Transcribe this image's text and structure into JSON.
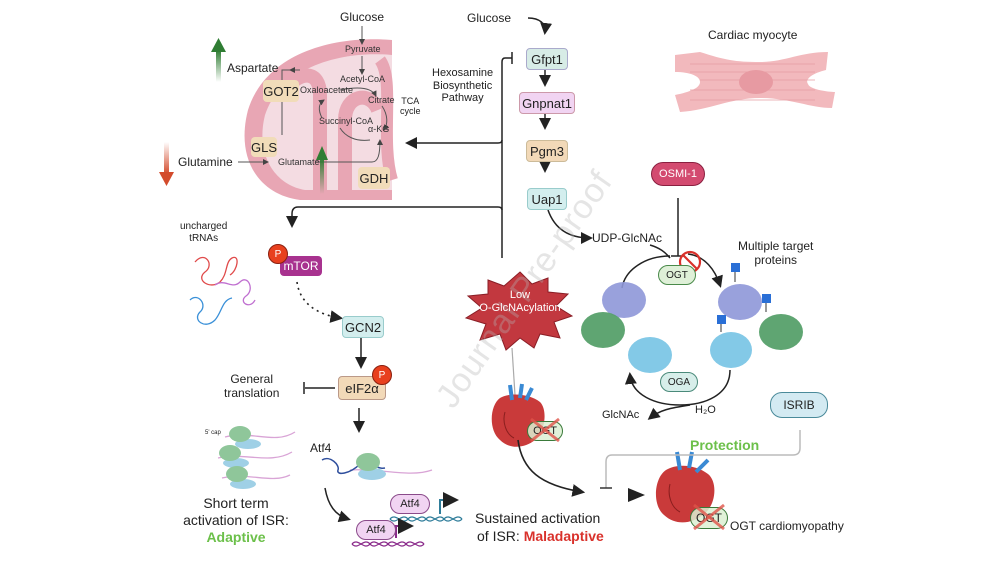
{
  "labels": {
    "glucose_tca": "Glucose",
    "glucose_hbp": "Glucose",
    "pyruvate": "Pyruvate",
    "acetyl_coa": "Acetyl-CoA",
    "oxaloacetate": "Oxaloacetate",
    "citrate": "Citrate",
    "succinyl_coa": "Succinyl-CoA",
    "akg": "α-KG",
    "tca_cycle": "TCA\ncycle",
    "aspartate": "Aspartate",
    "glutamine": "Glutamine",
    "glutamate": "Glutamate",
    "hbp": "Hexosamine\nBiosynthetic\nPathway",
    "udp_glcnac": "UDP-GlcNAc",
    "glcnac": "GlcNAc",
    "h2o": "H₂O",
    "cardiac_myocyte": "Cardiac myocyte",
    "multiple_targets": "Multiple target\nproteins",
    "uncharged_trnas": "uncharged\ntRNAs",
    "general_translation": "General\ntranslation",
    "five_cap": "5' cap",
    "atf4_mrna": "Atf4",
    "low_oglcnac": "Low\nO-GlcNAcylation",
    "protection": "Protection",
    "short_term_1": "Short term",
    "short_term_2": "activation of ISR:",
    "adaptive": "Adaptive",
    "sustained_1": "Sustained activation",
    "sustained_2": "of  ISR: ",
    "maladaptive": "Maladaptive",
    "ogt_cardiomyopathy": "OGT cardiomyopathy",
    "watermark": "Journal Pre-proof"
  },
  "enzymes": {
    "got2": "GOT2",
    "gls": "GLS",
    "gdh": "GDH",
    "gfpt1": "Gfpt1",
    "gnpnat1": "Gnpnat1",
    "pgm3": "Pgm3",
    "uap1": "Uap1",
    "mtor": "mTOR",
    "gcn2": "GCN2",
    "eif2a": "eIF2α",
    "atf4_a": "Atf4",
    "atf4_b": "Atf4",
    "ogt": "OGT",
    "oga": "OGA",
    "osmi1": "OSMI-1",
    "isrib": "ISRIB",
    "ogt_heart1": "OGT",
    "ogt_heart2": "OGT",
    "p": "P"
  },
  "colors": {
    "mito": "#e8a6b4",
    "gfpt1": "#d7ece6",
    "gnpnat1": "#f1d4f2",
    "pgm3": "#f2d9b8",
    "uap1": "#d3eeee",
    "mtor": "#a8328f",
    "osmi1": "#d34b70",
    "starburst": "#c2383f",
    "adaptive": "#6cc04a",
    "maladaptive": "#d9312b",
    "up_arrow": "#2f7d33",
    "down_arrow": "#d34b2c"
  }
}
